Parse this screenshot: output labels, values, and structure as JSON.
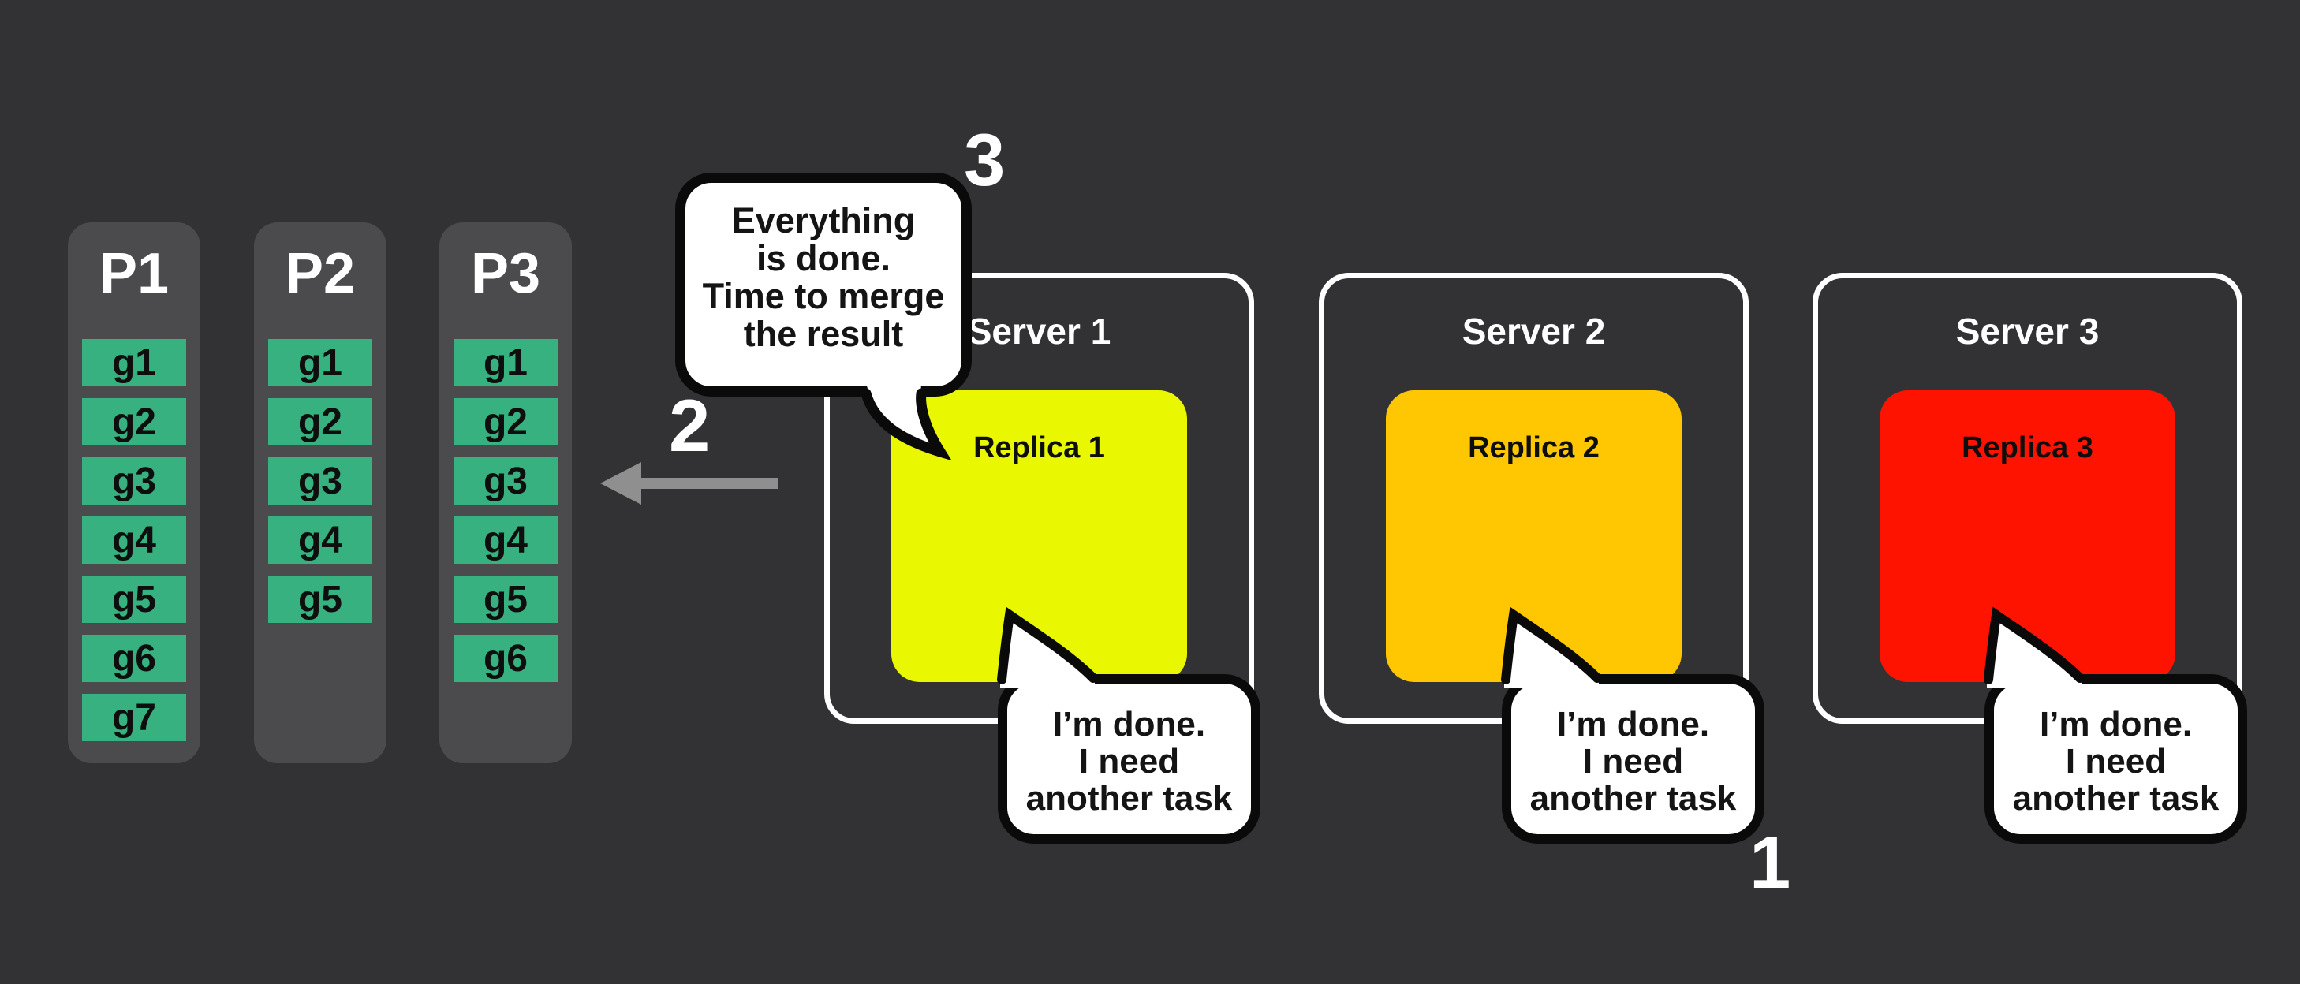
{
  "canvas": {
    "background": "#323133"
  },
  "partitions": {
    "column_color": "#4b4b4d",
    "group_color": "#38b181",
    "columns": [
      {
        "label": "P1",
        "groups": [
          "g1",
          "g2",
          "g3",
          "g4",
          "g5",
          "g6",
          "g7"
        ]
      },
      {
        "label": "P2",
        "groups": [
          "g1",
          "g2",
          "g3",
          "g4",
          "g5"
        ]
      },
      {
        "label": "P3",
        "groups": [
          "g1",
          "g2",
          "g3",
          "g4",
          "g5",
          "g6"
        ]
      }
    ]
  },
  "servers": [
    {
      "label": "Server 1",
      "replica": {
        "label": "Replica 1",
        "color": "#e9f801"
      }
    },
    {
      "label": "Server 2",
      "replica": {
        "label": "Replica 2",
        "color": "#fec701"
      }
    },
    {
      "label": "Server 3",
      "replica": {
        "label": "Replica 3",
        "color": "#fe1301"
      }
    }
  ],
  "speech": {
    "merge_bubble": {
      "lines": [
        "Everything",
        "is done.",
        "Time to merge",
        "the result"
      ]
    },
    "done_bubble": {
      "lines": [
        "I’m done.",
        "I need",
        "another task"
      ]
    }
  },
  "steps": {
    "one": "1",
    "two": "2",
    "three": "3"
  },
  "arrow": {
    "color": "#8f8f8f",
    "direction": "left"
  }
}
